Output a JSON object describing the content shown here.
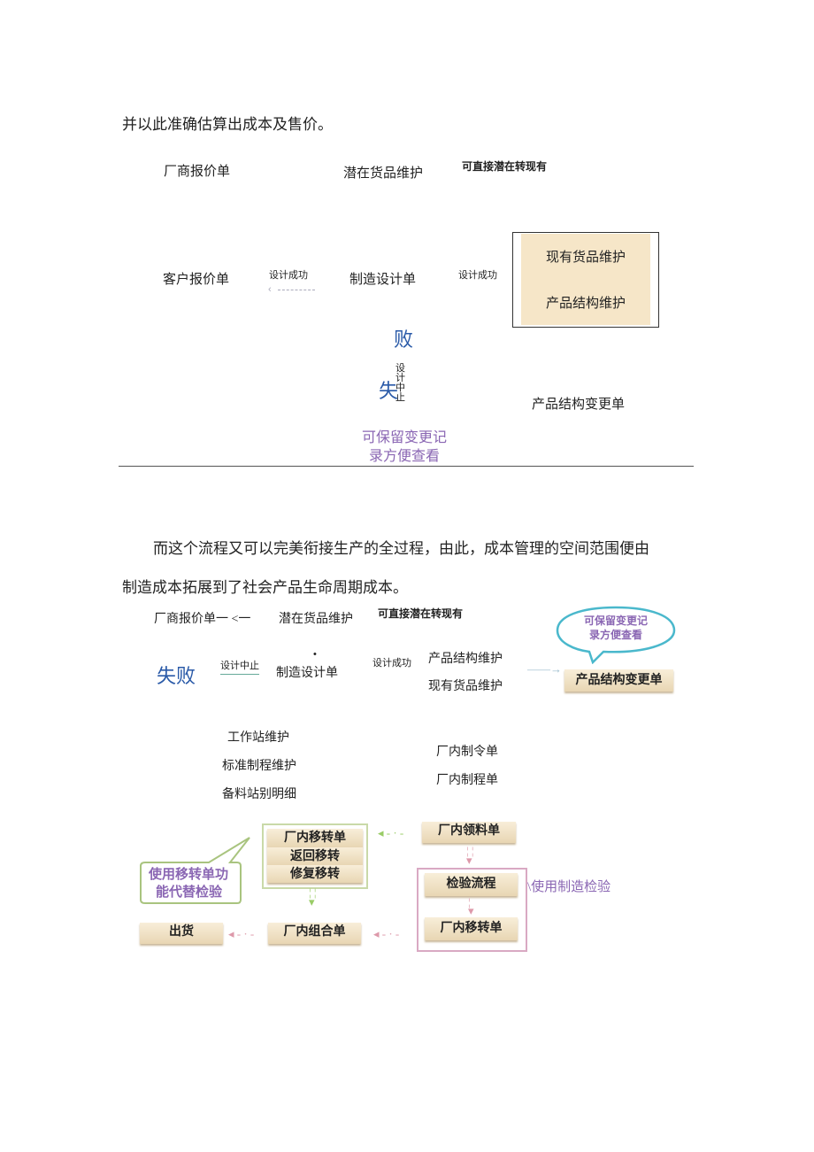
{
  "intro_line": "并以此准确估算出成本及售价。",
  "diagram1": {
    "vendor_quote": "厂商报价单",
    "potential_goods": "潜在货品维护",
    "convert_note": "可直接潜在转现有",
    "customer_quote": "客户报价单",
    "design_success_1": "设计成功",
    "mfg_design": "制造设计单",
    "design_success_2": "设计成功",
    "existing_goods": "现有货品维护",
    "product_structure": "产品结构维护",
    "fail_1": "败",
    "fail_2": "失",
    "design_stop": "设计中止",
    "structure_change": "产品结构变更单",
    "keep_record_1": "可保留变更记",
    "keep_record_2": "录方便查看"
  },
  "paragraph": {
    "line1": "而这个流程又可以完美衔接生产的全过程，由此，成本管理的空间范围便由",
    "line2": "制造成本拓展到了社会产品生命周期成本。"
  },
  "diagram2": {
    "vendor_quote": "厂商报价单一 <一",
    "potential_goods": "潜在货品维护",
    "convert_note": "可直接潜在转现有",
    "bubble_1": "可保留变更记",
    "bubble_2": "录方便查看",
    "fail": "失败",
    "design_stop": "设计中止",
    "dot": "•",
    "mfg_design": "制造设计单",
    "design_success": "设计成功",
    "product_structure": "产品结构维护",
    "existing_goods": "现有货品维护",
    "structure_change": "产品结构变更单",
    "workstation": "工作站维护",
    "std_process": "标准制程维护",
    "material_station": "备料站别明细",
    "work_order": "厂内制令单",
    "process_order": "厂内制程单",
    "transfer_order": "厂内移转单",
    "return_transfer": "返回移转",
    "repair_transfer": "修复移转",
    "material_pick": "厂内领料单",
    "callout_1": "使用移转单功",
    "callout_2": "能代替检验",
    "inspection": "检验流程",
    "transfer_order_2": "厂内移转单",
    "use_inspection": "\\使用制造检验",
    "shipment": "出货",
    "assembly_order": "厂内组合单"
  },
  "colors": {
    "blue": "#2a5aa8",
    "purple": "#8a66b3",
    "tan": "#f6e6c8",
    "callout_green": "#a9c47f",
    "bubble_cyan": "#4ab8cc",
    "pink_border": "#d9a9c3"
  }
}
